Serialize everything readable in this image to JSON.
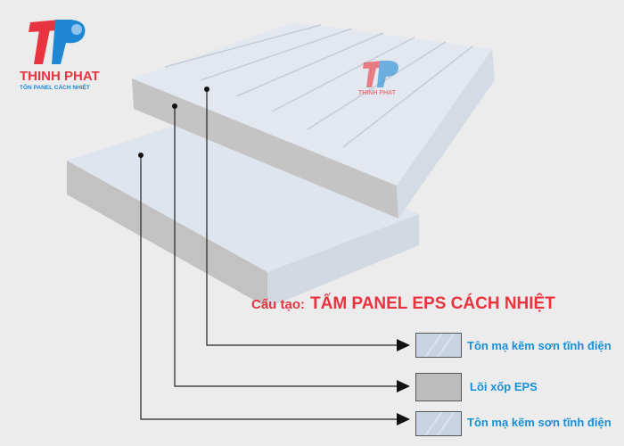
{
  "logo": {
    "brand": "THINH PHAT",
    "tagline": "TÔN PANEL CÁCH NHIỆT",
    "watermark": "THINH PHAT"
  },
  "title": {
    "prefix": "Cấu tạo:",
    "main": "TẤM PANEL EPS CÁCH NHIỆT"
  },
  "layers": [
    {
      "label": "Tôn mạ kẽm sơn tĩnh điện",
      "type": "sheet"
    },
    {
      "label": "Lõi xốp EPS",
      "type": "foam"
    },
    {
      "label": "Tôn mạ kẽm sơn tĩnh điện",
      "type": "sheet"
    }
  ],
  "colors": {
    "accent_red": "#e8343e",
    "accent_blue": "#1a8fd6",
    "background": "#ececec"
  }
}
